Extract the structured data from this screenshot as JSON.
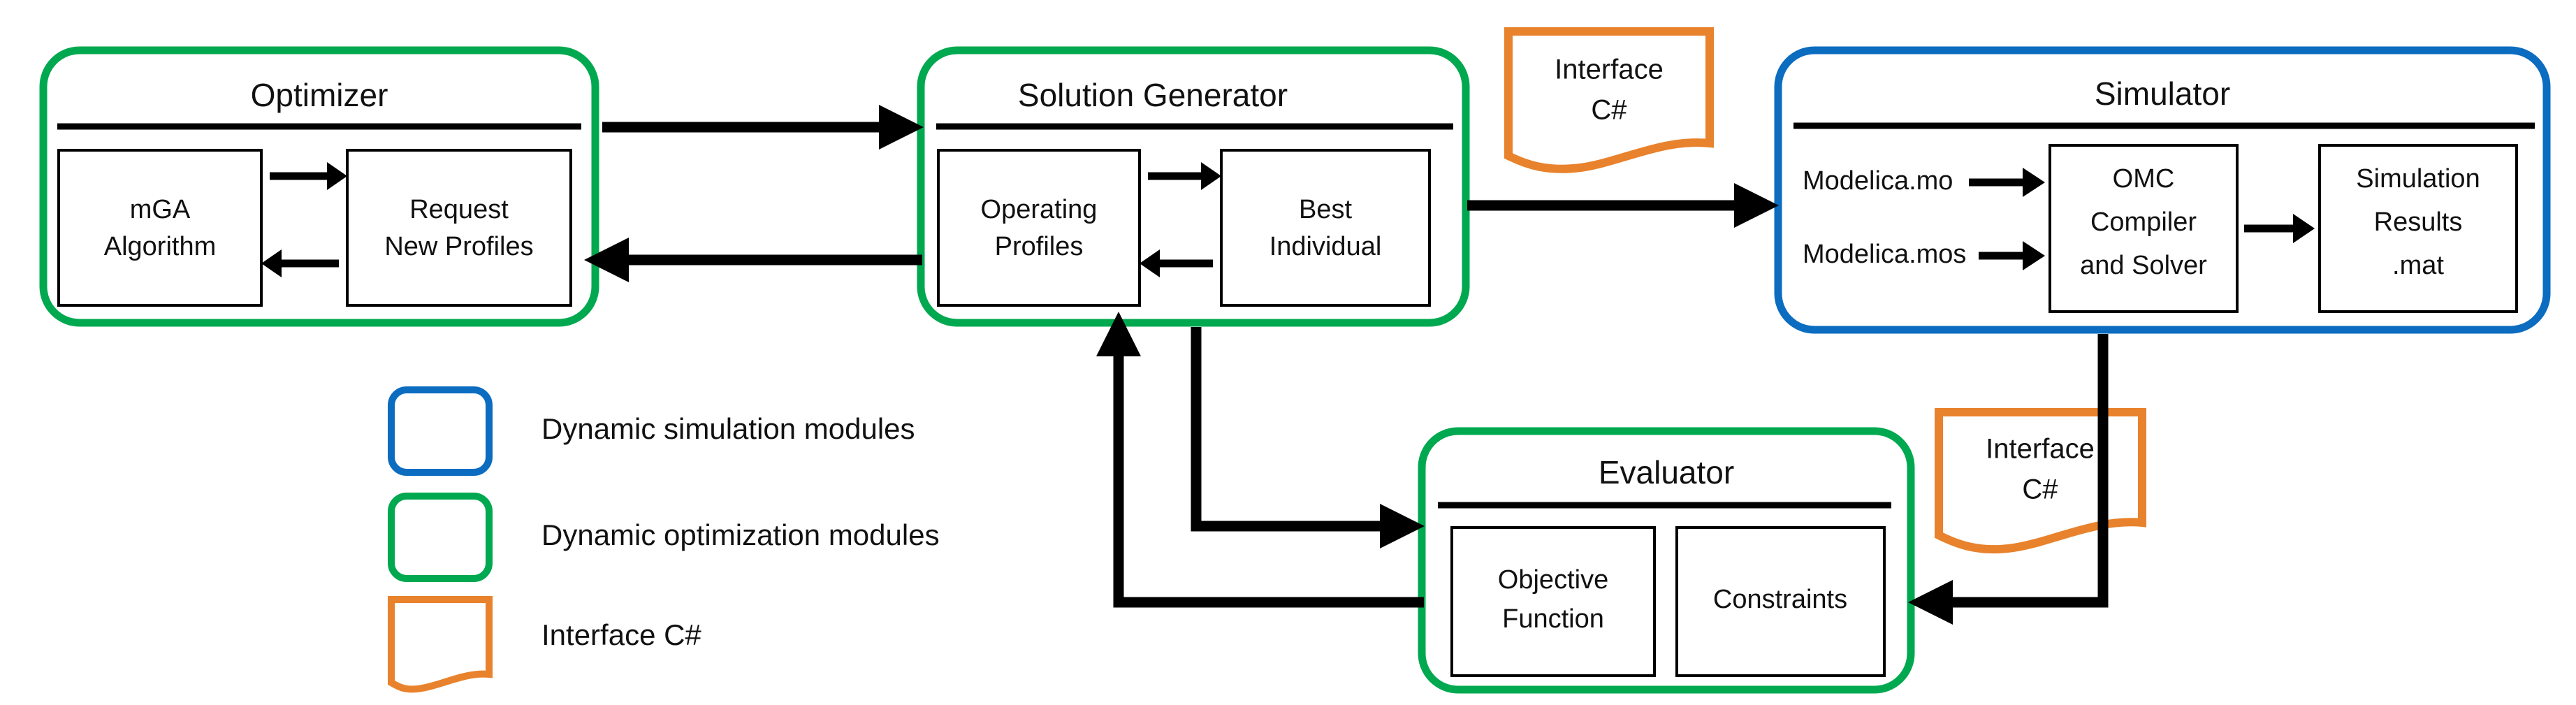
{
  "figure": {
    "kind": "flow-diagram",
    "background": "#ffffff"
  },
  "colors": {
    "green": "#00a84f",
    "blue": "#0b6cc0",
    "orange": "#e8822c",
    "black": "#000000",
    "white": "#ffffff"
  },
  "modules": {
    "optimizer": {
      "title": "Optimizer",
      "accent": "#00a84f",
      "boxes": [
        {
          "line1": "mGA",
          "line2": "Algorithm"
        },
        {
          "line1": "Request",
          "line2": "New Profiles"
        }
      ]
    },
    "solution_generator": {
      "title": "Solution Generator",
      "accent": "#00a84f",
      "boxes": [
        {
          "line1": "Operating",
          "line2": "Profiles"
        },
        {
          "line1": "Best",
          "line2": "Individual"
        }
      ]
    },
    "simulator": {
      "title": "Simulator",
      "accent": "#0b6cc0",
      "inputs": [
        "Modelica.mo",
        "Modelica.mos"
      ],
      "boxes": [
        {
          "line1": "OMC",
          "line2": "Compiler",
          "line3": "and Solver"
        },
        {
          "line1": "Simulation",
          "line2": "Results",
          "line3": ".mat"
        }
      ]
    },
    "evaluator": {
      "title": "Evaluator",
      "accent": "#00a84f",
      "boxes": [
        {
          "line1": "Objective",
          "line2": "Function"
        },
        {
          "line1": "Constraints",
          "line2": ""
        }
      ]
    }
  },
  "interfaces": [
    {
      "line1": "Interface",
      "line2": "C#",
      "accent": "#e8822c"
    },
    {
      "line1": "Interface",
      "line2": "C#",
      "accent": "#e8822c"
    }
  ],
  "legend": {
    "items": [
      {
        "label": "Dynamic simulation modules",
        "color": "#0b6cc0",
        "shape": "rounded-rect"
      },
      {
        "label": "Dynamic optimization modules",
        "color": "#00a84f",
        "shape": "rounded-rect"
      },
      {
        "label": "Interface C#",
        "color": "#e8822c",
        "shape": "document"
      }
    ]
  }
}
